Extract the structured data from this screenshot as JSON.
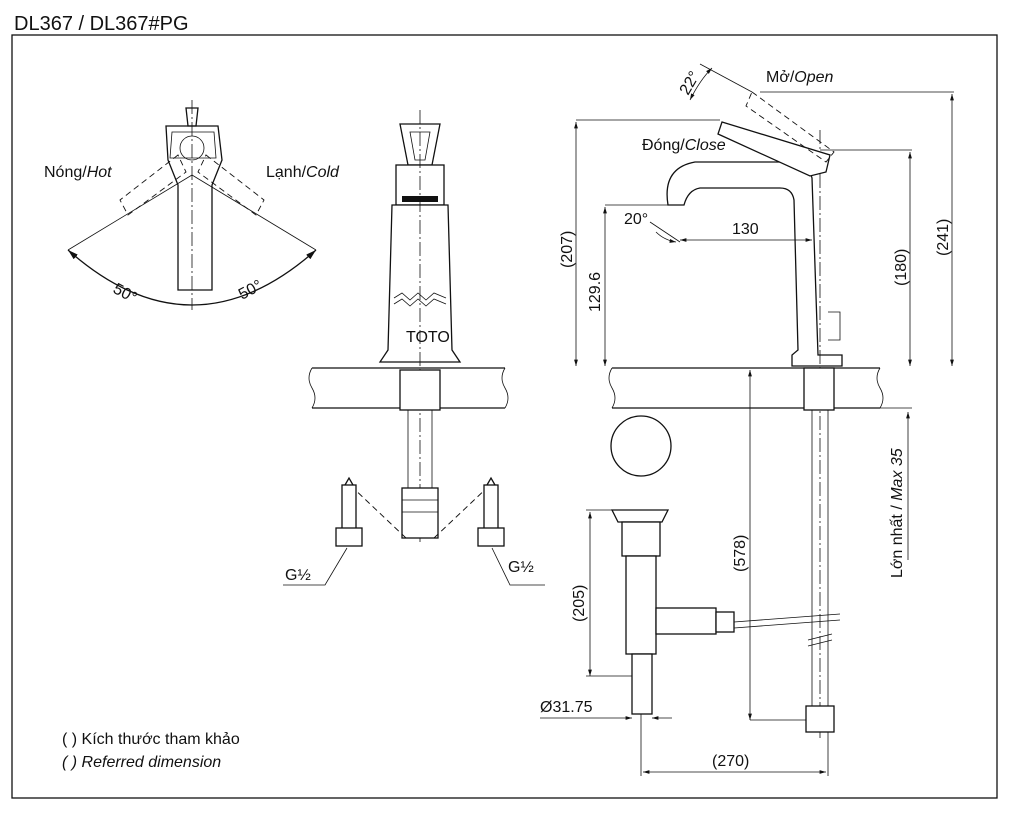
{
  "title": "DL367 / DL367#PG",
  "labels": {
    "hot": "Nóng/",
    "hot_en": "Hot",
    "cold": "Lạnh/",
    "cold_en": "Cold",
    "angle_left": "50°",
    "angle_right": "50°",
    "thread_left": "G½",
    "thread_right": "G½",
    "open": "Mở/",
    "open_en": "Open",
    "close": "Đóng/",
    "close_en": "Close",
    "angle_handle": "22°",
    "angle_spout": "20°",
    "logo": "TOTO"
  },
  "dimensions": {
    "d_130": "130",
    "d_207": "(207)",
    "d_129_6": "129.6",
    "d_180": "(180)",
    "d_241": "(241)",
    "d_578": "(578)",
    "d_205": "(205)",
    "d_31_75": "Ø31.75",
    "d_270": "(270)",
    "max35": "Lớn nhất / ",
    "max35_en": "Max 35"
  },
  "notes": {
    "ref_vi": "( ) Kích thước tham khảo",
    "ref_en": "( ) Referred dimension"
  }
}
